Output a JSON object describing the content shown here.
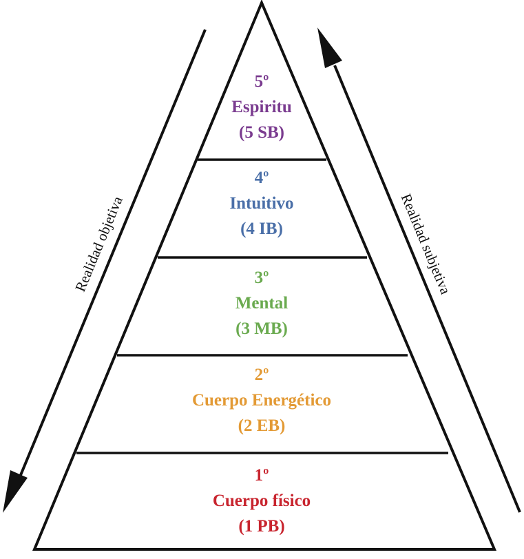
{
  "diagram": {
    "type": "pyramid",
    "levels": [
      {
        "rank": "5º",
        "name": "Espiritu",
        "code": "(5 SB)",
        "color": "#7a3b8f"
      },
      {
        "rank": "4º",
        "name": "Intuitivo",
        "code": "(4 IB)",
        "color": "#4a6fa8"
      },
      {
        "rank": "3º",
        "name": "Mental",
        "code": "(3 MB)",
        "color": "#6aaa4f"
      },
      {
        "rank": "2º",
        "name": "Cuerpo Energético",
        "code": "(2 EB)",
        "color": "#e39a35"
      },
      {
        "rank": "1º",
        "name": "Cuerpo físico",
        "code": "(1 PB)",
        "color": "#c8242e"
      }
    ],
    "left_arrow": {
      "label": "Realidad objetiva",
      "direction": "down"
    },
    "right_arrow": {
      "label": "Realidad subjetiva",
      "direction": "up"
    }
  }
}
